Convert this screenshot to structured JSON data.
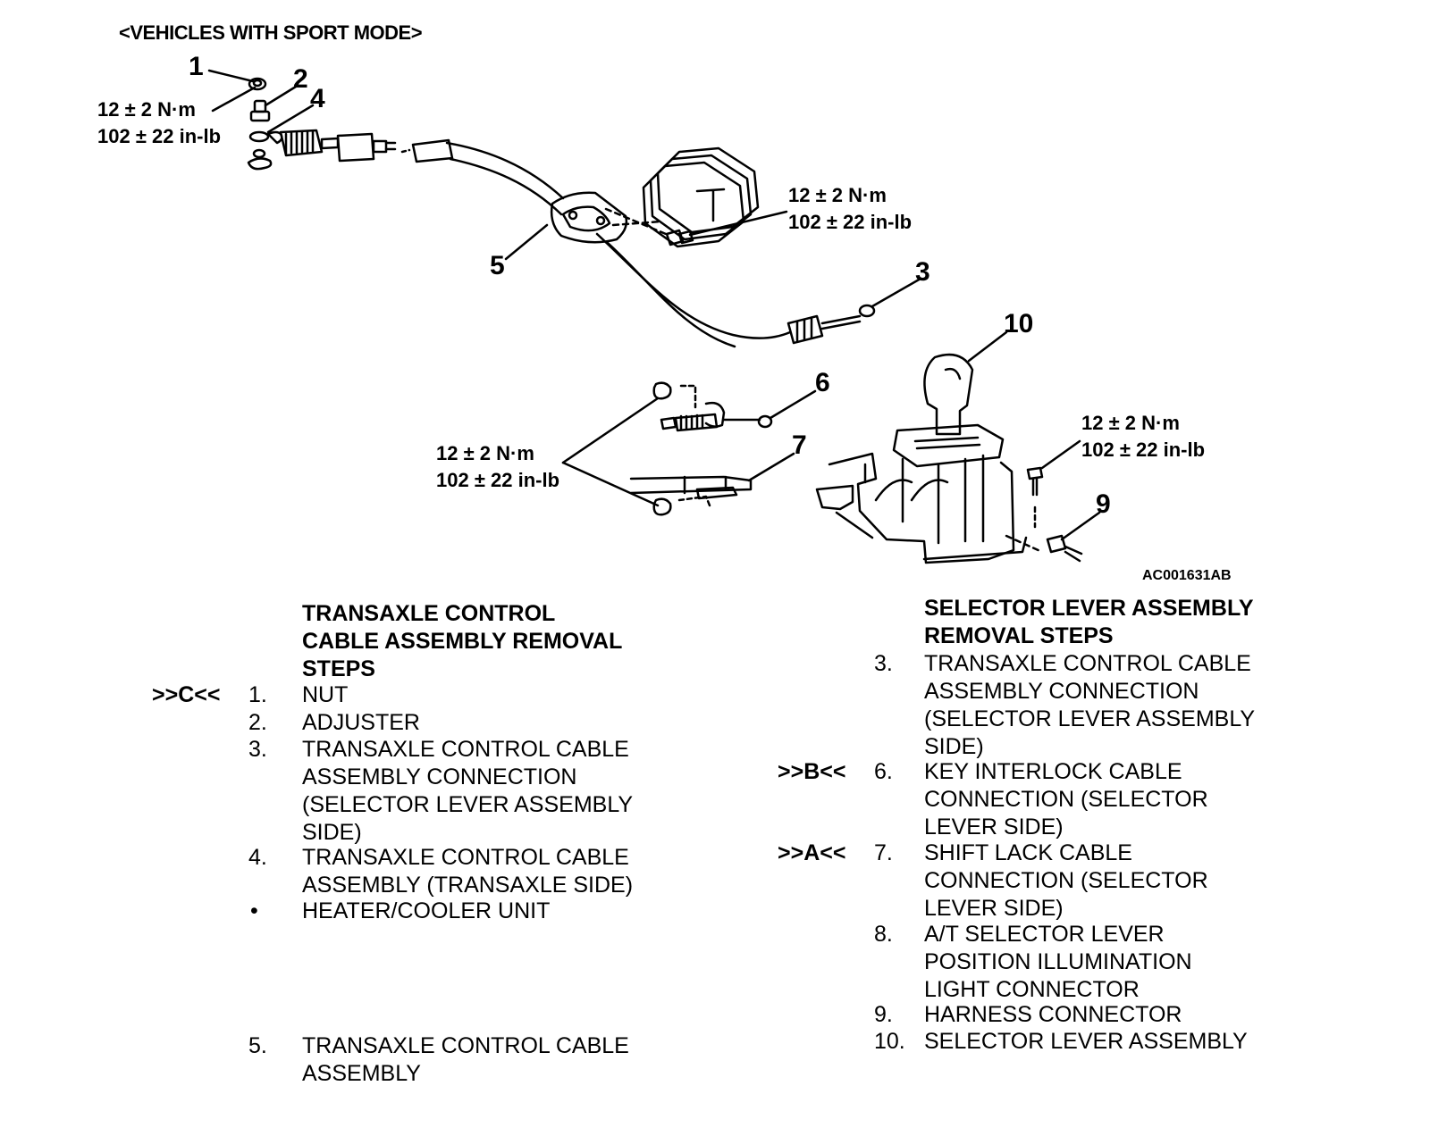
{
  "header": "<VEHICLES WITH SPORT MODE>",
  "diagram": {
    "callouts": [
      "1",
      "2",
      "4",
      "5",
      "3",
      "10",
      "6",
      "7",
      "9"
    ],
    "torque_specs": [
      {
        "nm": "12 ± 2 N·m",
        "inlb": "102 ± 22 in-lb"
      },
      {
        "nm": "12 ± 2 N·m",
        "inlb": "102 ± 22 in-lb"
      },
      {
        "nm": "12 ± 2 N·m",
        "inlb": "102 ± 22 in-lb"
      },
      {
        "nm": "12 ±  2 N·m",
        "inlb": "102 ± 22 in-lb"
      }
    ],
    "figure_code": "AC001631AB"
  },
  "left_list": {
    "title_lines": [
      "TRANSAXLE CONTROL",
      "CABLE ASSEMBLY REMOVAL",
      "STEPS"
    ],
    "steps": [
      {
        "code": ">>C<<",
        "num": "1.",
        "lines": [
          "NUT"
        ]
      },
      {
        "code": "",
        "num": "2.",
        "lines": [
          "ADJUSTER"
        ]
      },
      {
        "code": "",
        "num": "3.",
        "lines": [
          "TRANSAXLE CONTROL CABLE",
          "ASSEMBLY CONNECTION",
          "(SELECTOR LEVER ASSEMBLY",
          "SIDE)"
        ]
      },
      {
        "code": "",
        "num": "4.",
        "lines": [
          "TRANSAXLE CONTROL CABLE",
          "ASSEMBLY (TRANSAXLE SIDE)"
        ]
      },
      {
        "code": "",
        "num": "•",
        "lines": [
          "HEATER/COOLER UNIT"
        ]
      },
      {
        "code": "",
        "num": "5.",
        "lines": [
          "TRANSAXLE CONTROL CABLE",
          "ASSEMBLY"
        ]
      }
    ]
  },
  "right_list": {
    "title_lines": [
      "SELECTOR LEVER ASSEMBLY",
      "REMOVAL STEPS"
    ],
    "steps": [
      {
        "code": "",
        "num": "3.",
        "lines": [
          "TRANSAXLE CONTROL CABLE",
          "ASSEMBLY CONNECTION",
          "(SELECTOR LEVER ASSEMBLY",
          "SIDE)"
        ]
      },
      {
        "code": ">>B<<",
        "num": "6.",
        "lines": [
          "KEY INTERLOCK CABLE",
          "CONNECTION (SELECTOR",
          "LEVER SIDE)"
        ]
      },
      {
        "code": ">>A<<",
        "num": "7.",
        "lines": [
          "SHIFT LACK CABLE",
          "CONNECTION (SELECTOR",
          "LEVER SIDE)"
        ]
      },
      {
        "code": "",
        "num": "8.",
        "lines": [
          "A/T SELECTOR LEVER",
          "POSITION ILLUMINATION",
          "LIGHT CONNECTOR"
        ]
      },
      {
        "code": "",
        "num": "9.",
        "lines": [
          "HARNESS CONNECTOR"
        ]
      },
      {
        "code": "",
        "num": "10.",
        "lines": [
          "SELECTOR LEVER ASSEMBLY"
        ]
      }
    ]
  }
}
